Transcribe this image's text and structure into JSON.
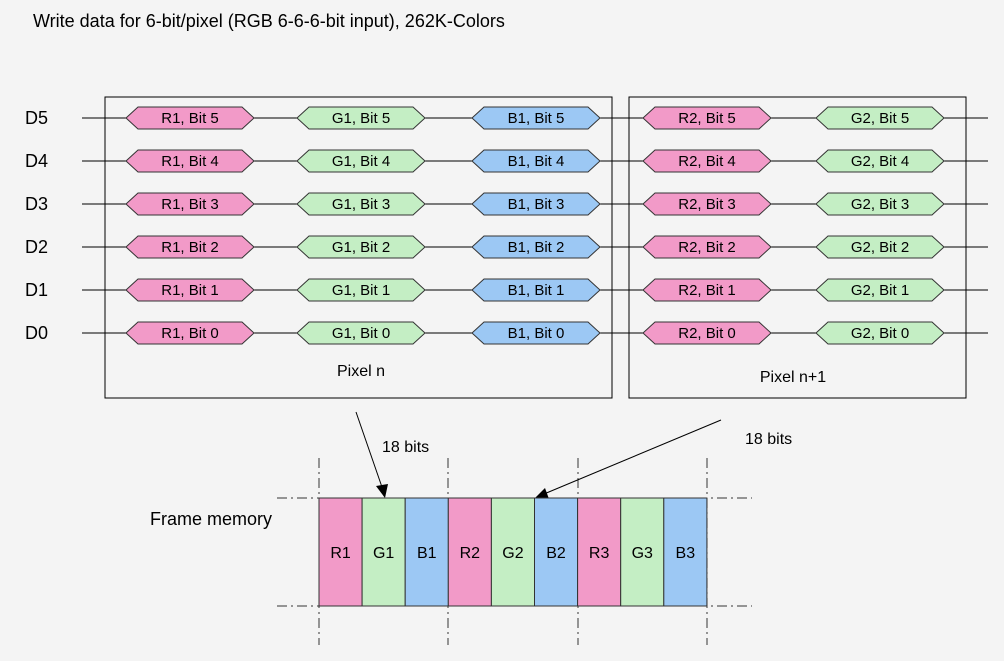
{
  "title": "Write data for 6-bit/pixel (RGB 6-6-6-bit input), 262K-Colors",
  "colors": {
    "red": "#f29ac8",
    "green": "#c4eec4",
    "blue": "#9cc8f4",
    "line": "#000000",
    "background": "#f4f4f4"
  },
  "data_lines": [
    "D5",
    "D4",
    "D3",
    "D2",
    "D1",
    "D0"
  ],
  "pixel_groups": [
    {
      "label": "Pixel n",
      "cells": [
        {
          "color": "red",
          "labels": [
            "R1, Bit 5",
            "R1, Bit 4",
            "R1, Bit 3",
            "R1, Bit 2",
            "R1, Bit 1",
            "R1, Bit 0"
          ]
        },
        {
          "color": "green",
          "labels": [
            "G1, Bit 5",
            "G1, Bit 4",
            "G1, Bit 3",
            "G1, Bit 2",
            "G1, Bit 1",
            "G1, Bit 0"
          ]
        },
        {
          "color": "blue",
          "labels": [
            "B1, Bit 5",
            "B1, Bit 4",
            "B1, Bit 3",
            "B1, Bit 2",
            "B1, Bit 1",
            "B1, Bit 0"
          ]
        }
      ]
    },
    {
      "label": "Pixel n+1",
      "cells": [
        {
          "color": "red",
          "labels": [
            "R2, Bit 5",
            "R2, Bit 4",
            "R2, Bit 3",
            "R2, Bit 2",
            "R2, Bit 1",
            "R2, Bit 0"
          ]
        },
        {
          "color": "green",
          "labels": [
            "G2, Bit 5",
            "G2, Bit 4",
            "G2, Bit 3",
            "G2, Bit 2",
            "G2, Bit 1",
            "G2, Bit 0"
          ]
        }
      ]
    }
  ],
  "arrows": [
    {
      "label": "18 bits"
    },
    {
      "label": "18 bits"
    }
  ],
  "frame_memory": {
    "label": "Frame memory",
    "cells": [
      {
        "label": "R1",
        "color": "red"
      },
      {
        "label": "G1",
        "color": "green"
      },
      {
        "label": "B1",
        "color": "blue"
      },
      {
        "label": "R2",
        "color": "red"
      },
      {
        "label": "G2",
        "color": "green"
      },
      {
        "label": "B2",
        "color": "blue"
      },
      {
        "label": "R3",
        "color": "red"
      },
      {
        "label": "G3",
        "color": "green"
      },
      {
        "label": "B3",
        "color": "blue"
      }
    ]
  }
}
